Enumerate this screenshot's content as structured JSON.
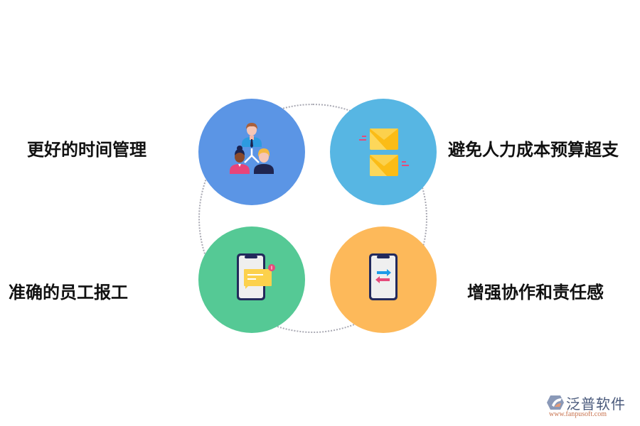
{
  "diagram": {
    "items": [
      {
        "label": "更好的时间管理",
        "icon": "team-hierarchy-icon",
        "color": "#5b95e5"
      },
      {
        "label": "避免人力成本预算超支",
        "icon": "envelopes-icon",
        "color": "#57b6e3"
      },
      {
        "label": "准确的员工报工",
        "icon": "phone-message-icon",
        "color": "#55c995"
      },
      {
        "label": "增强协作和责任感",
        "icon": "phone-transfer-icon",
        "color": "#fdb95a"
      }
    ],
    "ring_color": "#a9a9b3"
  },
  "logo": {
    "name": "泛普软件",
    "url": "www.fanpusoft.com"
  }
}
